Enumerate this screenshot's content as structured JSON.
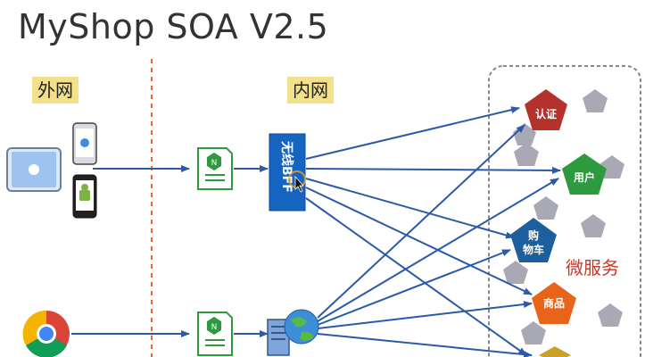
{
  "title": "MyShop SOA V2.5",
  "zones": {
    "outer": "外网",
    "inner": "内网"
  },
  "bff": {
    "label": "无线BFF"
  },
  "microservices": {
    "label": "微服务",
    "services": [
      {
        "id": "auth",
        "label": "认证",
        "color": "#b5312c"
      },
      {
        "id": "user",
        "label": "用户",
        "color": "#2e9a3e"
      },
      {
        "id": "cart",
        "label_line1": "购",
        "label_line2": "物车",
        "color": "#1b5f9e"
      },
      {
        "id": "product",
        "label": "商品",
        "color": "#e8641b"
      }
    ]
  },
  "colors": {
    "arrow": "#2a5aa8",
    "divider": "#e06a3a",
    "gateway": "#2e9a3e",
    "bff_box": "#1565c0",
    "panel_border": "#888888",
    "pentagon_gray": "#a9a9b6"
  },
  "icons": {
    "tablet": "tablet-icon",
    "iphone": "iphone-icon",
    "android": "android-phone-icon",
    "chrome": "chrome-browser-icon",
    "gateway": "nginx-gateway-icon",
    "server": "web-server-icon"
  }
}
